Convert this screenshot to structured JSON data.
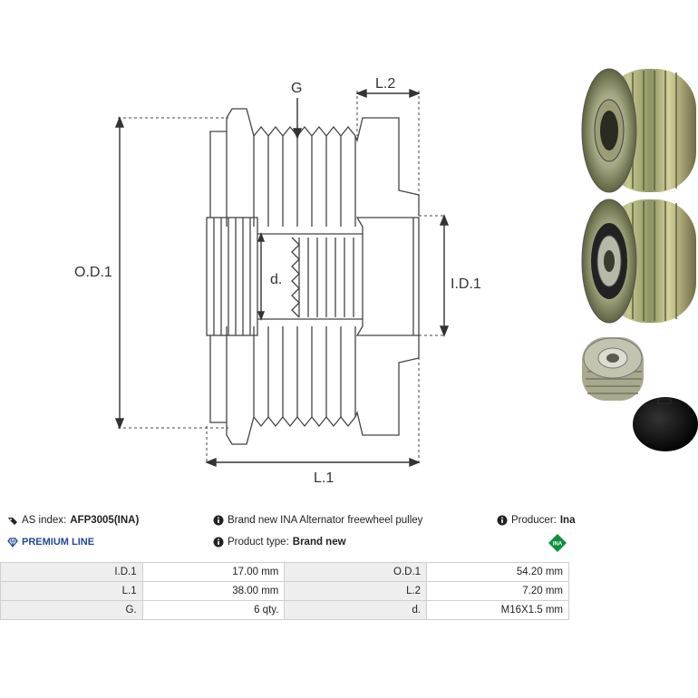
{
  "drawing": {
    "labels": {
      "g": "G",
      "l2": "L.2",
      "od1": "O.D.1",
      "id1": "I.D.1",
      "d": "d.",
      "l1": "L.1"
    }
  },
  "info": {
    "as_index_label": "AS index:",
    "as_index_value": "AFP3005(INA)",
    "premium_line": "PREMIUM LINE",
    "description": "Brand new INA Alternator freewheel pulley",
    "product_type_label": "Product type:",
    "product_type_value": "Brand new",
    "producer_label": "Producer:",
    "producer_value": "Ina",
    "producer_logo_text": "INA"
  },
  "spec_table": {
    "rows": [
      {
        "k1": "I.D.1",
        "v1": "17.00 mm",
        "k2": "O.D.1",
        "v2": "54.20 mm"
      },
      {
        "k1": "L.1",
        "v1": "38.00 mm",
        "k2": "L.2",
        "v2": "7.20 mm"
      },
      {
        "k1": "G.",
        "v1": "6 qty.",
        "k2": "d.",
        "v2": "M16X1.5 mm"
      }
    ]
  },
  "colors": {
    "premium_blue": "#1e4b96",
    "ina_green": "#0f8f3e",
    "table_label_bg": "#eeeeee",
    "table_border": "#cfcfcf"
  }
}
